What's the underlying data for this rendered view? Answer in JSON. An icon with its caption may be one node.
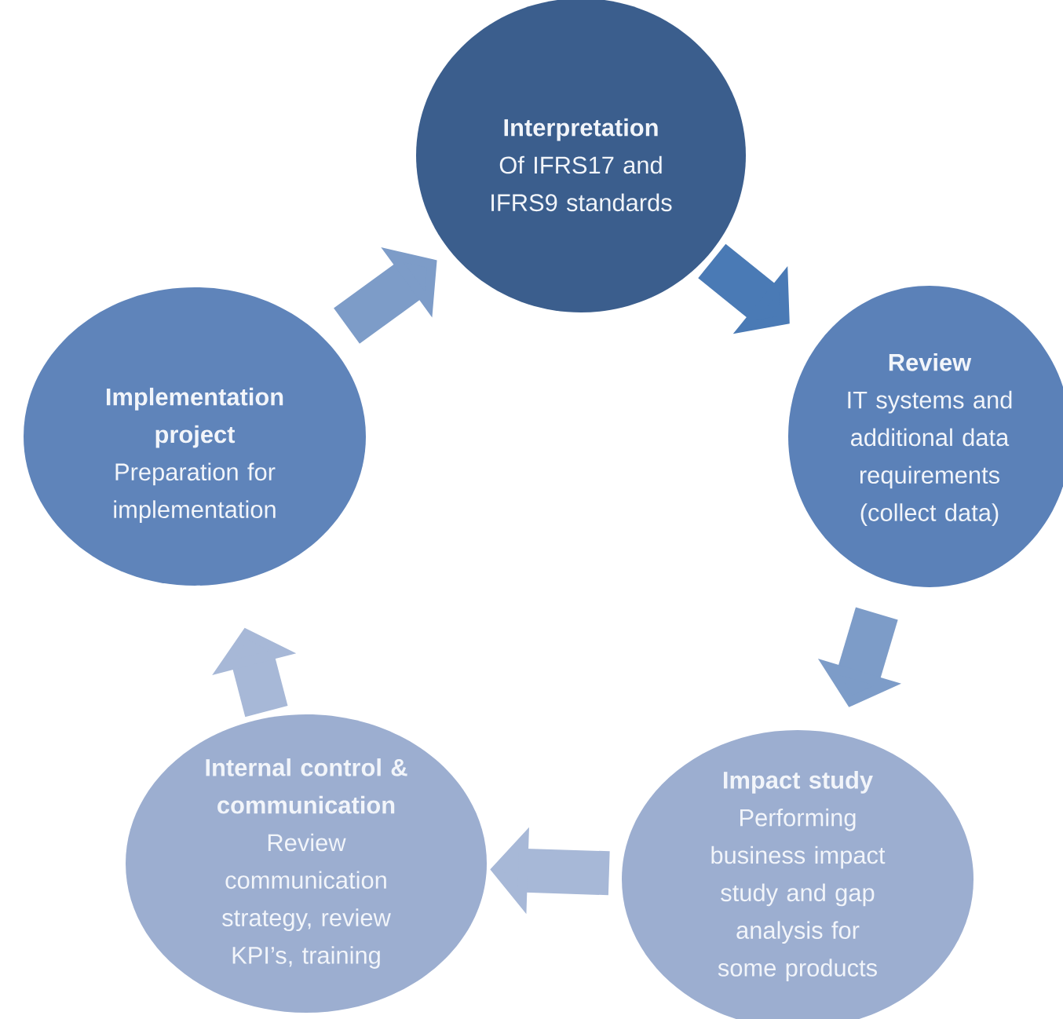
{
  "diagram": {
    "nodes": [
      {
        "text": [
          "Interpretation",
          "Of IFRS17 and IFRS9 standards"
        ]
      },
      {
        "text": [
          "Review",
          "IT systems and additional data requirements (collect data)"
        ]
      },
      {
        "text": [
          "Impact study",
          "Performing business impact study and gap analysis for some products"
        ]
      },
      {
        "text": [
          "Internal control & communication",
          "Review communication strategy, review KPI’s, training"
        ]
      },
      {
        "text": [
          "Implementation project",
          "Preparation for implementation"
        ]
      }
    ],
    "edges": [
      {
        "from": 0,
        "to": 1,
        "arrow": "to",
        "color": "#4a7ab5"
      },
      {
        "from": 1,
        "to": 2,
        "arrow": "to",
        "color": "#7d9cc8"
      },
      {
        "from": 2,
        "to": 3,
        "arrow": "to",
        "color": "#a7b8d7"
      },
      {
        "from": 3,
        "to": 4,
        "arrow": "to",
        "color": "#a7b8d7"
      },
      {
        "from": 4,
        "to": 0,
        "arrow": "to",
        "color": "#7d9cc8"
      }
    ]
  }
}
